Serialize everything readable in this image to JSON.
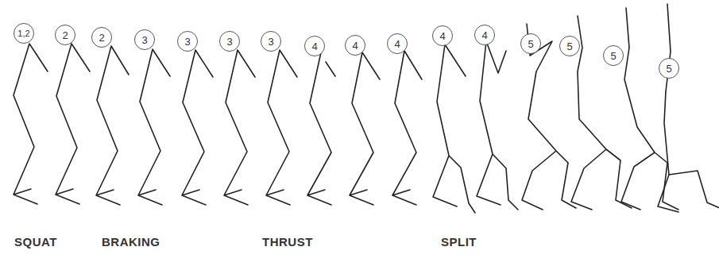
{
  "diagram": {
    "nodes": [
      {
        "text": [
          "1,2"
        ]
      },
      {
        "text": [
          "2"
        ]
      },
      {
        "text": [
          "2"
        ]
      },
      {
        "text": [
          "3"
        ]
      },
      {
        "text": [
          "3"
        ]
      },
      {
        "text": [
          "3"
        ]
      },
      {
        "text": [
          "3"
        ]
      },
      {
        "text": [
          "4"
        ]
      },
      {
        "text": [
          "4"
        ]
      },
      {
        "text": [
          "4"
        ]
      },
      {
        "text": [
          "4"
        ]
      },
      {
        "text": [
          "4"
        ]
      },
      {
        "text": [
          "5"
        ]
      },
      {
        "text": [
          "5"
        ]
      },
      {
        "text": [
          "5"
        ]
      },
      {
        "text": [
          "5"
        ]
      }
    ],
    "labels": [
      "SQUAT",
      "BRAKING",
      "THRUST",
      "SPLIT"
    ]
  }
}
